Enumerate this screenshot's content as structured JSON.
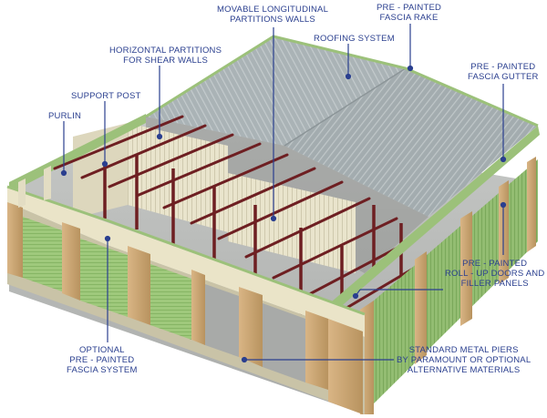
{
  "callouts": {
    "movable_partitions": [
      "MOVABLE LONGITUDINAL",
      "PARTITIONS WALLS"
    ],
    "fascia_rake": [
      "PRE - PAINTED",
      "FASCIA RAKE"
    ],
    "roofing_system": [
      "ROOFING SYSTEM"
    ],
    "horizontal_partitions": [
      "HORIZONTAL PARTITIONS",
      "FOR SHEAR WALLS"
    ],
    "support_post": [
      "SUPPORT POST"
    ],
    "purlin": [
      "PURLIN"
    ],
    "fascia_gutter": [
      "PRE - PAINTED",
      "FASCIA GUTTER"
    ],
    "rollup_doors": [
      "PRE - PAINTED",
      "ROLL - UP DOORS AND",
      "FILLER PANELS"
    ],
    "fascia_system": [
      "OPTIONAL",
      "PRE - PAINTED",
      "FASCIA SYSTEM"
    ],
    "metal_piers": [
      "STANDARD METAL PIERS",
      "BY PARAMOUNT OR OPTIONAL",
      "ALTERNATIVE MATERIALS"
    ]
  },
  "colors": {
    "label_text": "#2a3f8f",
    "leader_line": "#2a3f8f",
    "roof": "#a9b2b5",
    "trim_green": "#9cc17a",
    "door_green": "#9fc97c",
    "pier": "#cfa978",
    "fascia_cream": "#eae4c8",
    "frame_maroon": "#6e1f22",
    "floor": "#b7b9b7",
    "partition_cream": "#e9e4cc"
  }
}
